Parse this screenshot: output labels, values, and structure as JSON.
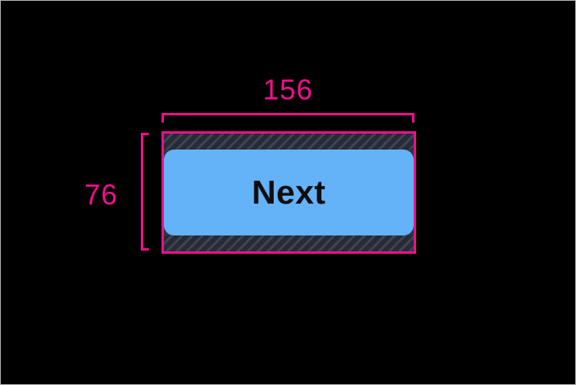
{
  "diagram": {
    "description": "Button widget with size annotation overlay",
    "measurements": {
      "width_label": "156",
      "height_label": "76"
    },
    "button": {
      "label": "Next"
    },
    "colors": {
      "background": "#000000",
      "frame_border": "#b5b5b5",
      "annotation_pink": "#f50c8f",
      "button_blue": "#64b2f8",
      "button_text": "#0e0e0e",
      "hatch_dark": "#262b36",
      "hatch_light": "#3d4452",
      "box_fill": "#313742"
    }
  }
}
